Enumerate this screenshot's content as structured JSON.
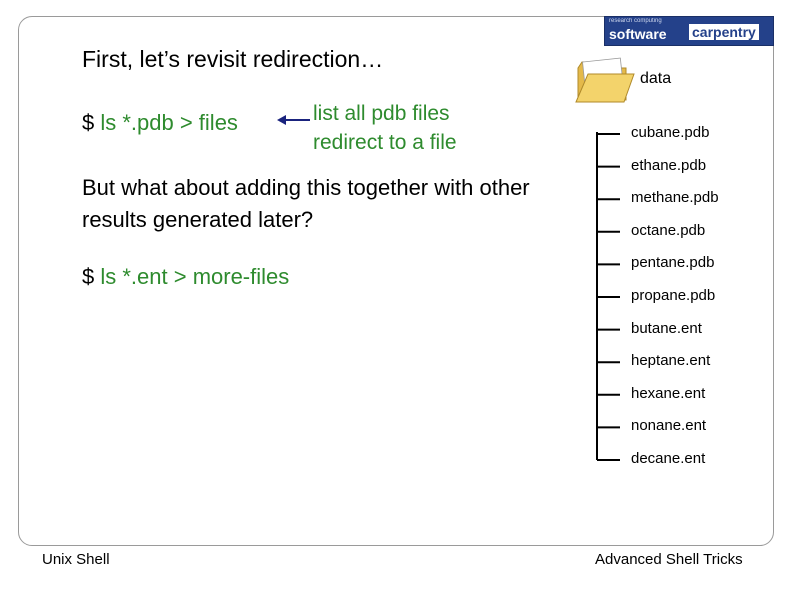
{
  "slide": {
    "title": "First, let’s revisit redirection…",
    "command1": {
      "prompt": "$ ",
      "code": "ls *.pdb > files"
    },
    "annotation": {
      "line1": "list all pdb files",
      "line2": "redirect to a file"
    },
    "question": "But what about adding this together with other results generated later?",
    "command2": {
      "prompt": "$ ",
      "code": "ls *.ent > more-files"
    }
  },
  "logo": {
    "word1": "software",
    "word2": "carpentry",
    "tagline": "research computing"
  },
  "tree": {
    "root": "data",
    "files": [
      "cubane.pdb",
      "ethane.pdb",
      "methane.pdb",
      "octane.pdb",
      "pentane.pdb",
      "propane.pdb",
      "butane.ent",
      "heptane.ent",
      "hexane.ent",
      "nonane.ent",
      "decane.ent"
    ]
  },
  "footer": {
    "left": "Unix Shell",
    "right": "Advanced Shell Tricks"
  },
  "colors": {
    "code": "#2e8b2e",
    "logo": "#24418a",
    "arrow": "#1a237e",
    "folder": "#f3d36b"
  }
}
